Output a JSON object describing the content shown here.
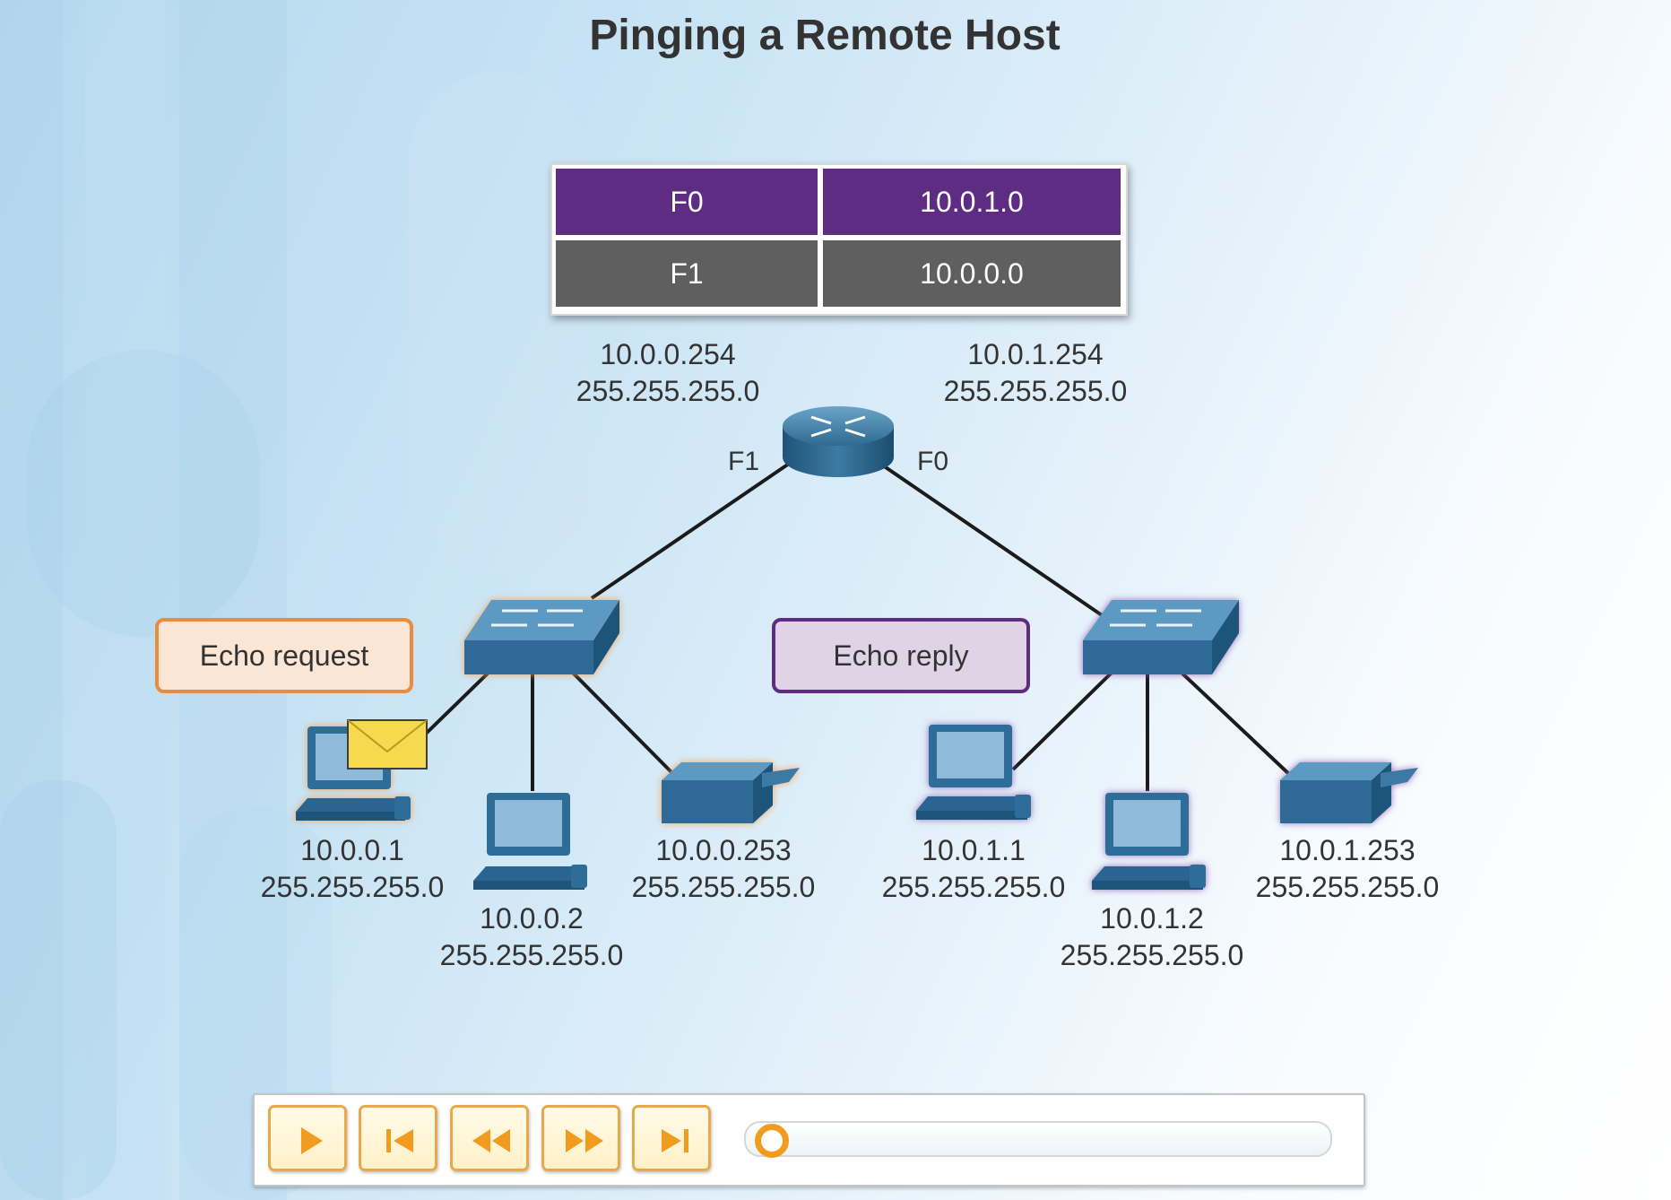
{
  "title": "Pinging a Remote Host",
  "routing_table": [
    {
      "interface": "F0",
      "network": "10.0.1.0",
      "color": "#5e2d83"
    },
    {
      "interface": "F1",
      "network": "10.0.0.0",
      "color": "#5f5f5f"
    }
  ],
  "router": {
    "left_port": "F1",
    "right_port": "F0",
    "left_ip": "10.0.0.254",
    "left_mask": "255.255.255.0",
    "right_ip": "10.0.1.254",
    "right_mask": "255.255.255.0"
  },
  "hosts": {
    "left_pc1": {
      "ip": "10.0.0.1",
      "mask": "255.255.255.0"
    },
    "left_pc2": {
      "ip": "10.0.0.2",
      "mask": "255.255.255.0"
    },
    "left_printer": {
      "ip": "10.0.0.253",
      "mask": "255.255.255.0"
    },
    "right_pc1": {
      "ip": "10.0.1.1",
      "mask": "255.255.255.0"
    },
    "right_pc2": {
      "ip": "10.0.1.2",
      "mask": "255.255.255.0"
    },
    "right_printer": {
      "ip": "10.0.1.253",
      "mask": "255.255.255.0"
    }
  },
  "callouts": {
    "echo_request": "Echo request",
    "echo_reply": "Echo reply"
  },
  "colors": {
    "request_accent": "#ec8a3d",
    "reply_accent": "#5e2d83",
    "device_blue": "#2f6d99",
    "control_accent": "#e8a94c"
  },
  "controls": {
    "buttons": [
      "play-icon",
      "skip-to-start-icon",
      "rewind-icon",
      "fast-forward-icon",
      "skip-to-end-icon"
    ],
    "progress": 0
  }
}
